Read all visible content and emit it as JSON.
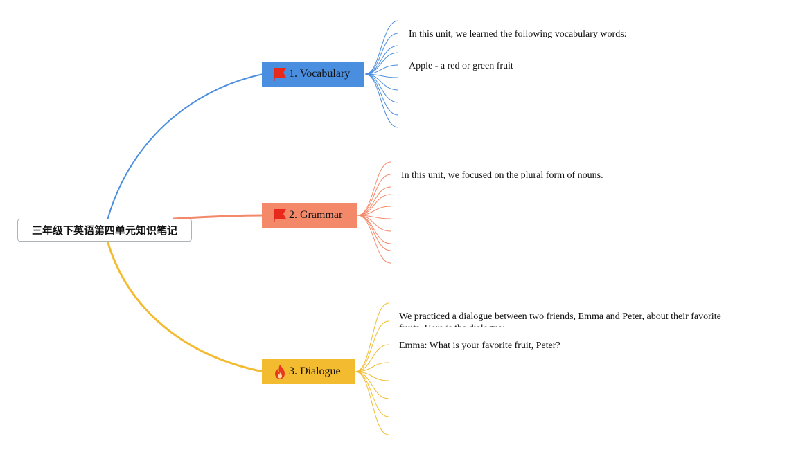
{
  "mindmap": {
    "root": {
      "label": "三年级下英语第四单元知识笔记"
    },
    "topics": [
      {
        "id": "vocab",
        "label": "1. Vocabulary",
        "icon": "flag-icon",
        "color": "#4a8ee0",
        "notes": [
          "In this unit, we learned the following vocabulary words:",
          "Apple - a red or green fruit"
        ]
      },
      {
        "id": "grammar",
        "label": "2. Grammar",
        "icon": "flag-icon",
        "color": "#f4896a",
        "notes": [
          "In this unit, we focused on the plural form of nouns."
        ]
      },
      {
        "id": "dialogue",
        "label": "3. Dialogue",
        "icon": "fire-icon",
        "color": "#f2bb30",
        "notes": [
          "We practiced a dialogue between two friends, Emma and Peter, about their favorite fruits. Here is the dialogue:",
          "Emma: What is your favorite fruit, Peter?"
        ]
      }
    ]
  }
}
